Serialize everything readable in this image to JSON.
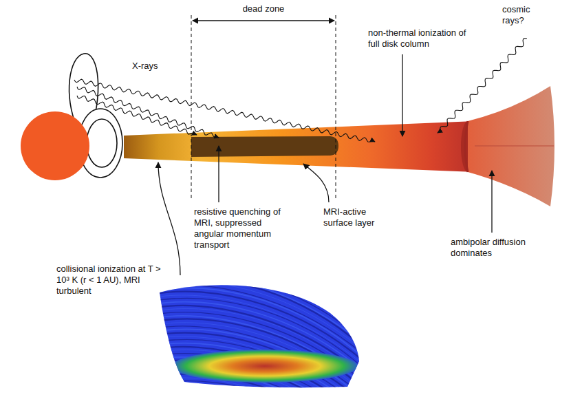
{
  "diagram": {
    "labels": [
      "dead zone",
      "X-rays",
      "non-thermal ionization of full disk column",
      "cosmic rays?",
      "resistive quenching of MRI, suppressed angular momentum transport",
      "MRI-active surface layer",
      "ambipolar diffusion dominates",
      "collisional ionization at T > 10³ K (r < 1 AU), MRI turbulent"
    ]
  }
}
